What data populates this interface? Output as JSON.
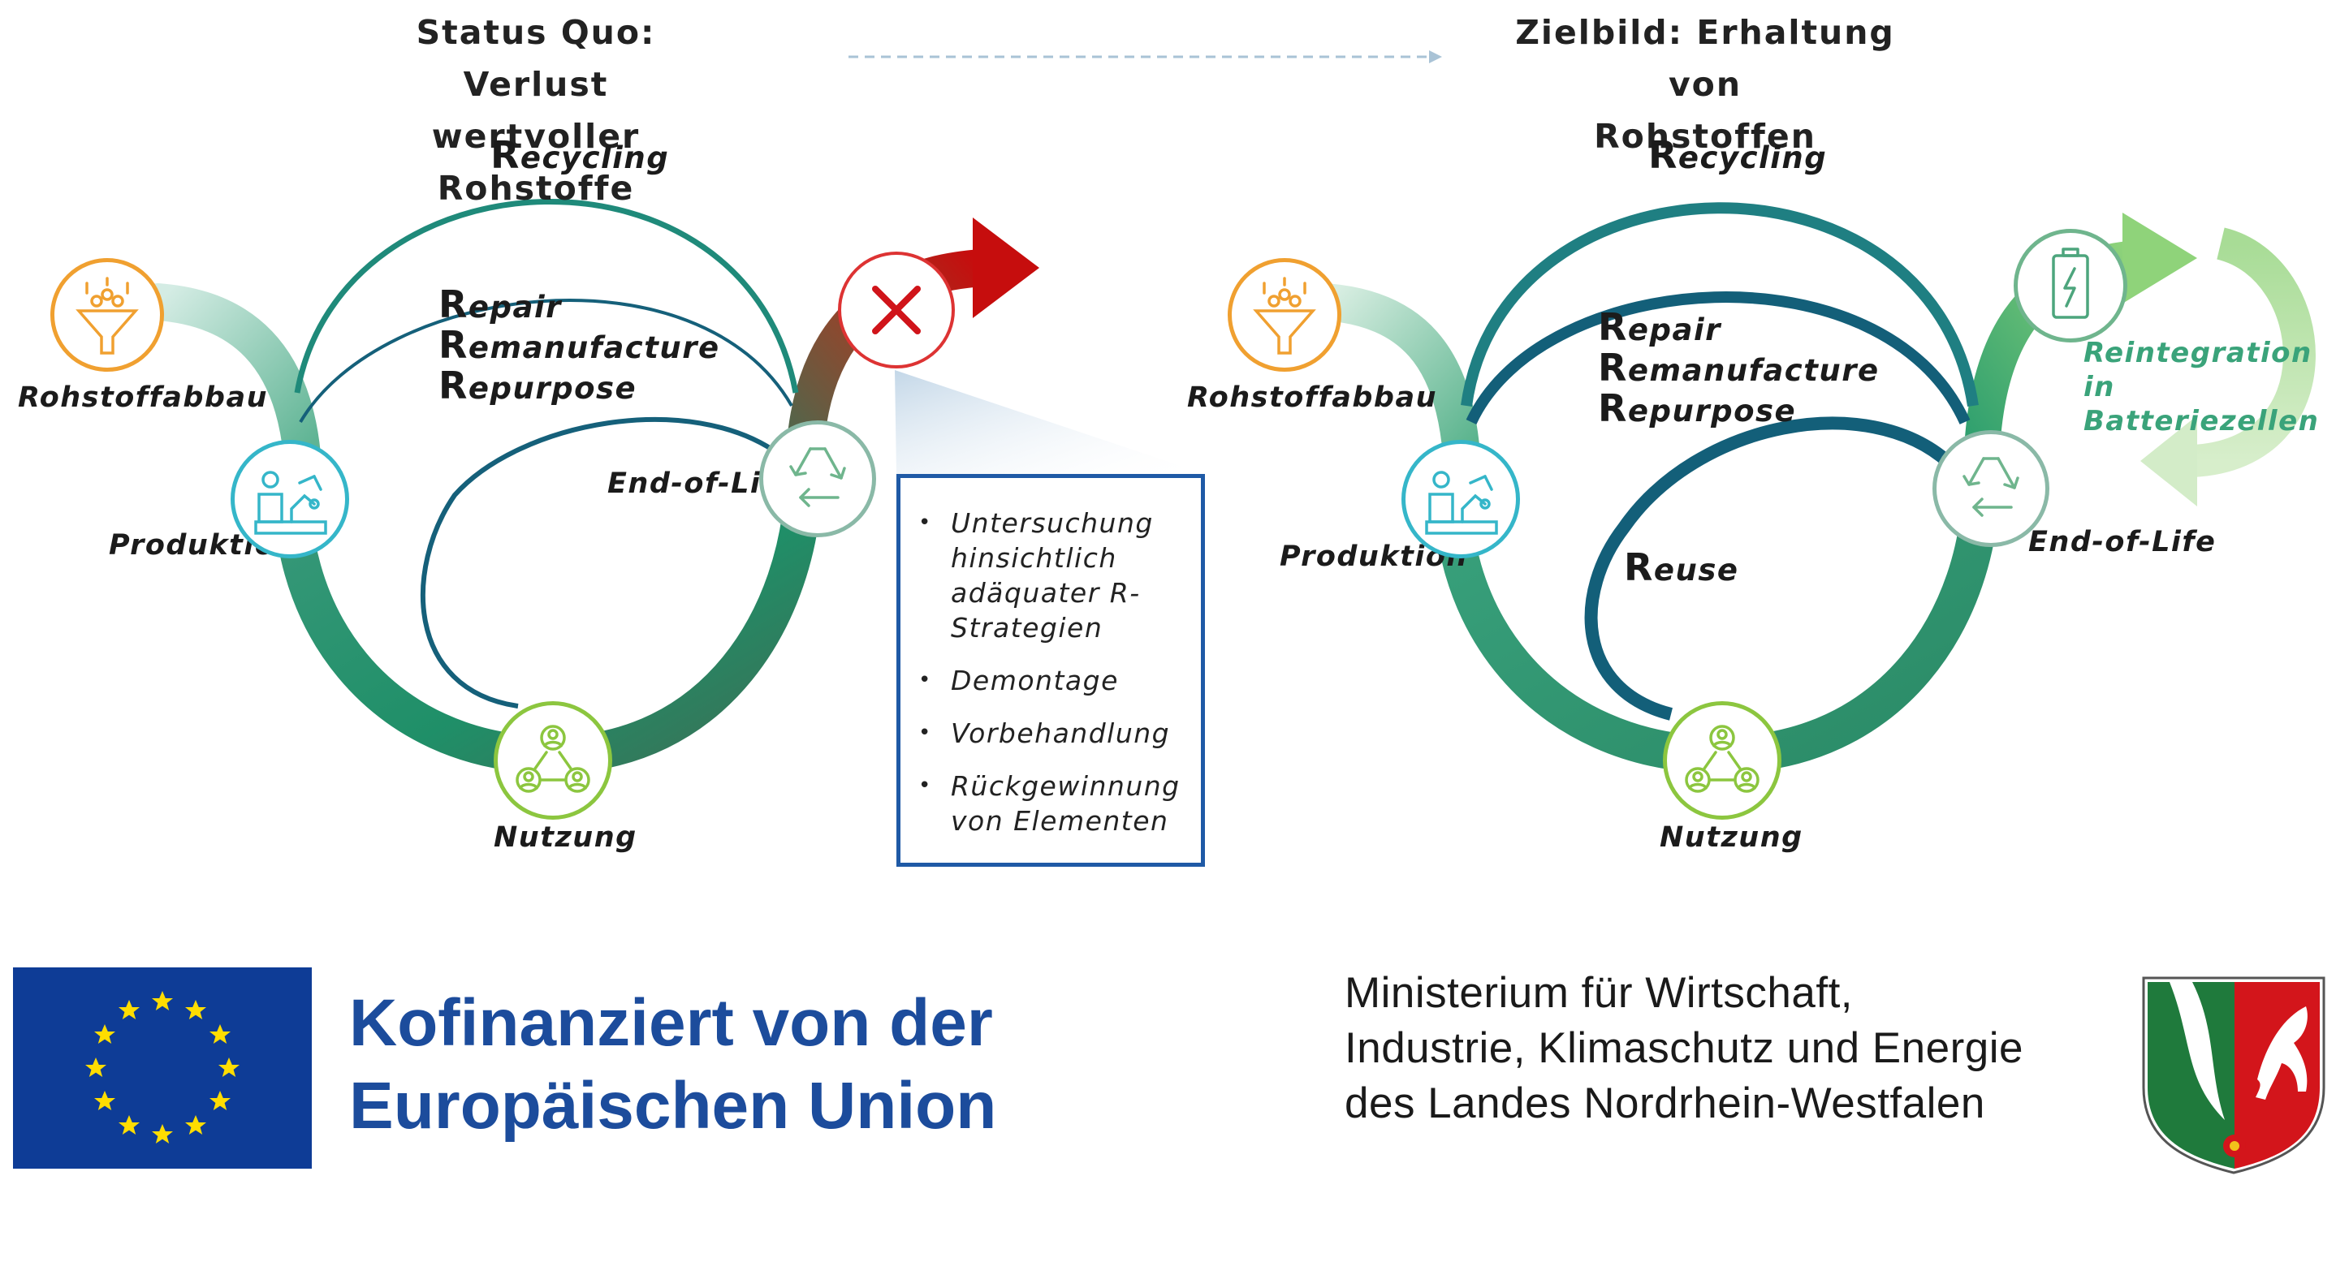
{
  "left": {
    "title_line1": "Status Quo: Verlust",
    "title_line2": "wertvoller Rohstoffe",
    "recycling": {
      "cap": "R",
      "rest": "ecycling"
    },
    "repair": {
      "cap": "R",
      "rest": "epair"
    },
    "remanufacture": {
      "cap": "R",
      "rest": "emanufacture"
    },
    "repurpose": {
      "cap": "R",
      "rest": "epurpose"
    },
    "rohstoffabbau": "Rohstoffabbau",
    "produktion": "Produktion",
    "nutzung": "Nutzung",
    "end_of_life": "End-of-Life",
    "info_items": [
      "Untersuchung hinsichtlich adäquater R-Strategien",
      "Demontage",
      "Vorbehandlung",
      "Rückgewinnung von Elementen"
    ]
  },
  "right": {
    "title_line1": "Zielbild: Erhaltung von",
    "title_line2": "Rohstoffen",
    "recycling": {
      "cap": "R",
      "rest": "ecycling"
    },
    "repair": {
      "cap": "R",
      "rest": "epair"
    },
    "remanufacture": {
      "cap": "R",
      "rest": "emanufacture"
    },
    "repurpose": {
      "cap": "R",
      "rest": "epurpose"
    },
    "reuse": {
      "cap": "R",
      "rest": "euse"
    },
    "rohstoffabbau": "Rohstoffabbau",
    "produktion": "Produktion",
    "nutzung": "Nutzung",
    "end_of_life": "End-of-Life",
    "reintegration_line1": "Reintegration in",
    "reintegration_line2": "Batteriezellen"
  },
  "footer": {
    "eu_line1": "Kofinanziert von der",
    "eu_line2": "Europäischen Union",
    "ministry_line1": "Ministerium für Wirtschaft,",
    "ministry_line2": "Industrie, Klimaschutz und Energie",
    "ministry_line3": "des Landes Nordrhein-Westfalen"
  },
  "colors": {
    "teal": "#1d8a7a",
    "dark_teal": "#115e74",
    "green": "#2f9c6e",
    "red": "#c81010",
    "orange": "#f0a030",
    "lime": "#8cc63f",
    "cyan": "#35b6c9",
    "eu_blue": "#0e3c96",
    "eu_yellow": "#ffdd00",
    "info_border": "#1f5aa6"
  },
  "icons": [
    "funnel-icon",
    "factory-worker-icon",
    "recycle-icon",
    "users-network-icon",
    "battery-icon",
    "x-close-icon"
  ]
}
